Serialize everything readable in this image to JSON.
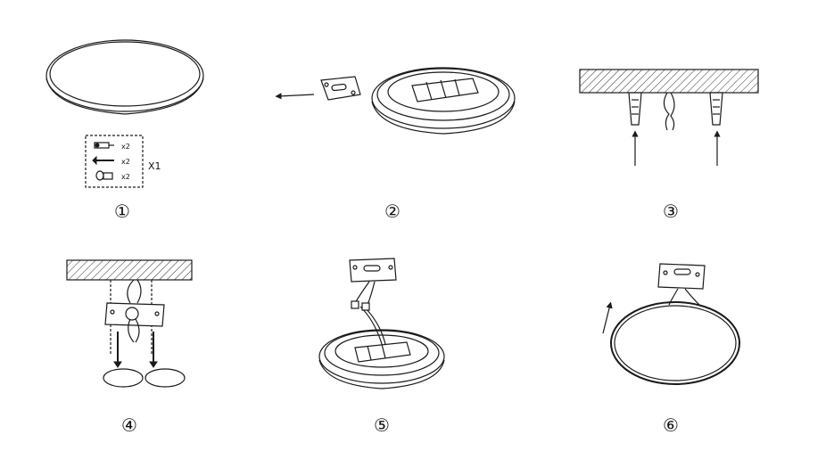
{
  "steps": [
    {
      "number": "①"
    },
    {
      "number": "②"
    },
    {
      "number": "③"
    },
    {
      "number": "④"
    },
    {
      "number": "⑤"
    },
    {
      "number": "⑥"
    }
  ],
  "parts_box": {
    "anchor_qty": "x2",
    "screw_qty": "x2",
    "cap_qty": "x2",
    "set_qty": "X1"
  },
  "icons": [
    "lamp-disc-icon",
    "anchor-icon",
    "screw-icon",
    "cap-icon",
    "mounting-bracket-icon",
    "ceiling-icon",
    "arrow-icon"
  ]
}
